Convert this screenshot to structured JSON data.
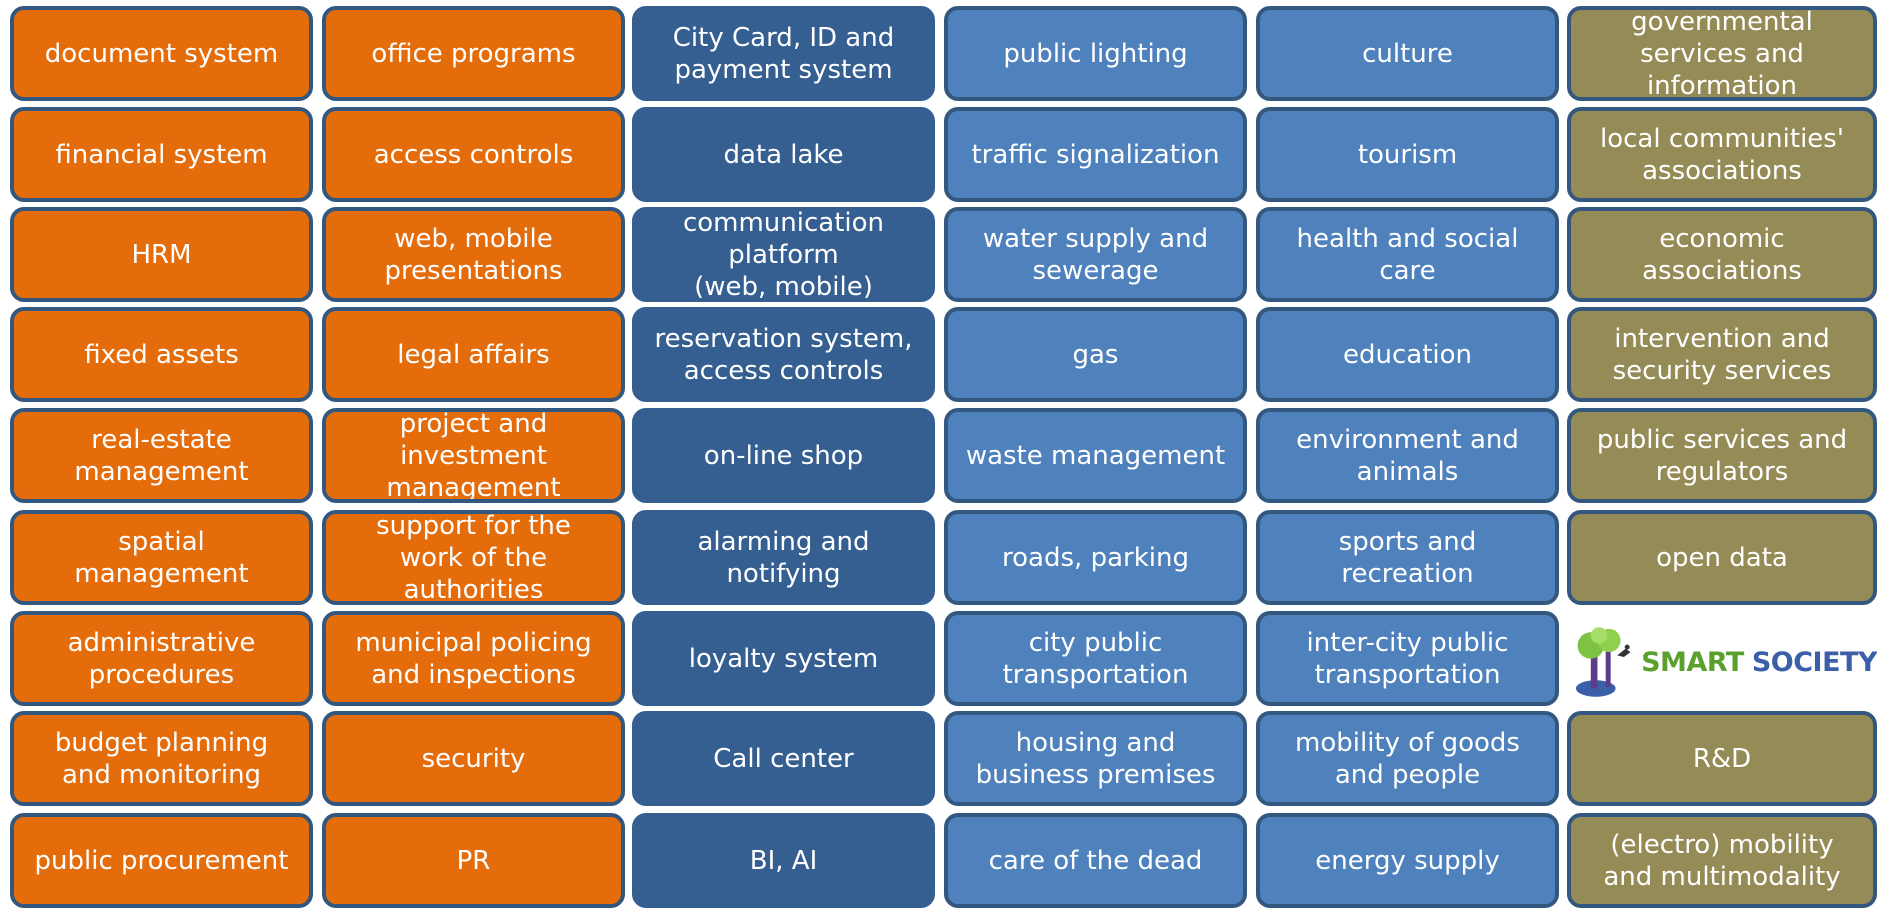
{
  "colors": {
    "administration": "#e46c0a",
    "platform": "#355e91",
    "utilities": "#4f81bd",
    "community": "#958b57",
    "border": "#33587f",
    "logo_green": "#5aa02c",
    "logo_blue": "#3b5fa8"
  },
  "columns": [
    {
      "tone": "administration",
      "items": [
        "document system",
        "financial system",
        "HRM",
        "fixed assets",
        "real-estate\nmanagement",
        "spatial\nmanagement",
        "administrative\nprocedures",
        "budget planning\nand monitoring",
        "public procurement"
      ]
    },
    {
      "tone": "administration",
      "items": [
        "office programs",
        "access controls",
        "web, mobile\npresentations",
        "legal affairs",
        "project and\ninvestment\nmanagement",
        "support for the\nwork of the\nauthorities",
        "municipal policing\nand inspections",
        "security",
        "PR"
      ]
    },
    {
      "tone": "platform",
      "items": [
        "City Card, ID and\npayment system",
        "data lake",
        "communication\nplatform\n(web, mobile)",
        "reservation system,\naccess controls",
        "on-line shop",
        "alarming and\nnotifying",
        "loyalty system",
        "Call center",
        "BI, AI"
      ]
    },
    {
      "tone": "utilities",
      "items": [
        "public lighting",
        "traffic signalization",
        "water supply and\nsewerage",
        "gas",
        "waste management",
        "roads, parking",
        "city public\ntransportation",
        "housing and\nbusiness premises",
        "care of the dead"
      ]
    },
    {
      "tone": "utilities",
      "items": [
        "culture",
        "tourism",
        "health and social\ncare",
        "education",
        "environment and\nanimals",
        "sports and\nrecreation",
        "inter-city public\ntransportation",
        "mobility of goods\nand people",
        "energy supply"
      ]
    },
    {
      "tone": "community",
      "items": [
        "governmental\nservices and\ninformation",
        "local communities'\nassociations",
        "economic\nassociations",
        "intervention and\nsecurity services",
        "public services and\nregulators",
        "open data",
        "",
        "R&D",
        "(electro) mobility\nand multimodality"
      ]
    }
  ],
  "logo": {
    "icon": "smart-society-tree-icon",
    "word1": "SMART",
    "word2": "SOCIETY"
  }
}
